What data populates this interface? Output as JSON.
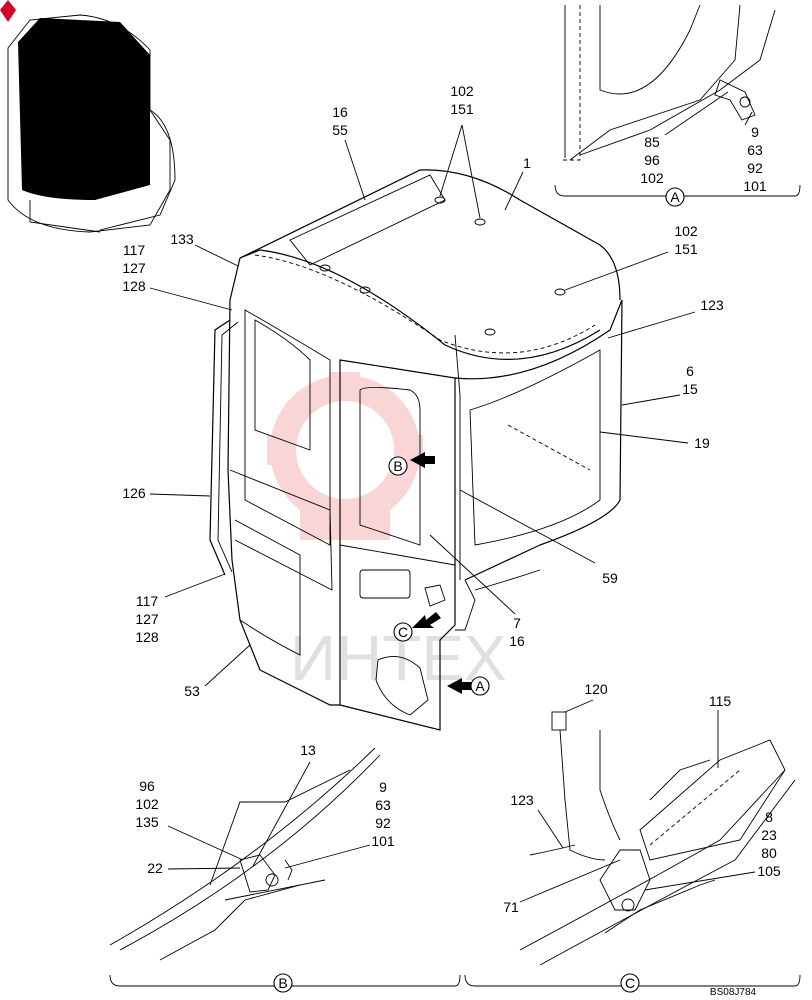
{
  "drawing_code": "BS08J784",
  "watermark_text": "ИНТЕХ",
  "watermark_color": "#f28a8a",
  "views": [
    "A",
    "B",
    "C"
  ],
  "callouts": {
    "c_16_55": [
      "16",
      "55"
    ],
    "c_102_151_top": [
      "102",
      "151"
    ],
    "c_1": [
      "1"
    ],
    "c_102_151_right": [
      "102",
      "151"
    ],
    "c_123_main": [
      "123"
    ],
    "c_6_15": [
      "6",
      "15"
    ],
    "c_19": [
      "19"
    ],
    "c_133": [
      "133"
    ],
    "c_117_127_128_top": [
      "117",
      "127",
      "128"
    ],
    "c_126": [
      "126"
    ],
    "c_117_127_128_bottom": [
      "117",
      "127",
      "128"
    ],
    "c_53": [
      "53"
    ],
    "c_59": [
      "59"
    ],
    "c_7_16": [
      "7",
      "16"
    ],
    "c_85_96_102": [
      "85",
      "96",
      "102"
    ],
    "c_9_63_92_101_a": [
      "9",
      "63",
      "92",
      "101"
    ],
    "c_13": [
      "13"
    ],
    "c_96_102_135": [
      "96",
      "102",
      "135"
    ],
    "c_9_63_92_101_b": [
      "9",
      "63",
      "92",
      "101"
    ],
    "c_22": [
      "22"
    ],
    "c_120": [
      "120"
    ],
    "c_115": [
      "115"
    ],
    "c_123_c": [
      "123"
    ],
    "c_8_23_80_105": [
      "8",
      "23",
      "80",
      "105"
    ],
    "c_71": [
      "71"
    ]
  }
}
